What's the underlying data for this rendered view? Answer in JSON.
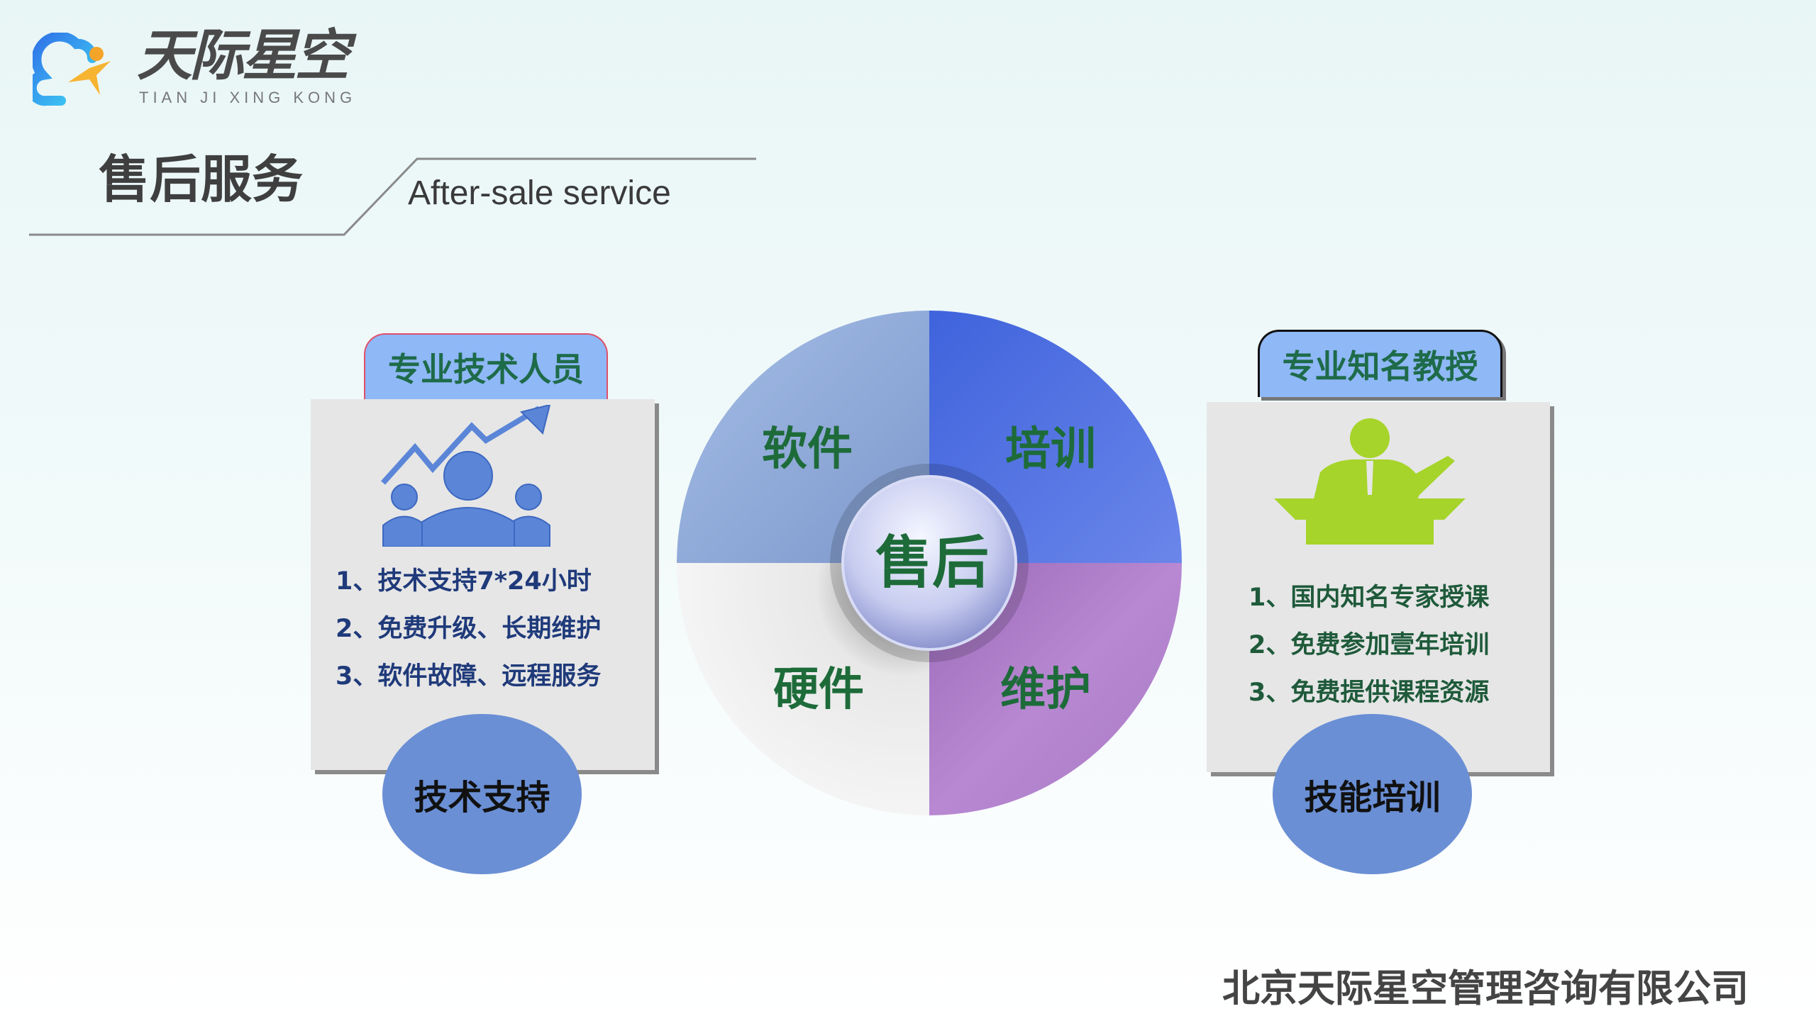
{
  "logo": {
    "name": "天际星空",
    "pinyin": "TIAN JI XING KONG"
  },
  "header": {
    "title": "售后服务",
    "subtitle": "After-sale service"
  },
  "left": {
    "tab": "专业技术人员",
    "items": [
      "1、技术支持7*24小时",
      "2、免费升级、长期维护",
      "3、软件故障、远程服务"
    ],
    "badge": "技术支持"
  },
  "center": {
    "core": "售后",
    "quadrants": {
      "tl": "软件",
      "tr": "培训",
      "bl": "硬件",
      "br": "维护"
    }
  },
  "right": {
    "tab": "专业知名教授",
    "items": [
      "1、国内知名专家授课",
      "2、免费参加壹年培训",
      "3、免费提供课程资源"
    ],
    "badge": "技能培训"
  },
  "footer": {
    "company": "北京天际星空管理咨询有限公司"
  },
  "colors": {
    "tab_blue": "#8fb8f7",
    "oval": "#6a8fd5",
    "q_tl": "#8fa9d9",
    "q_tr": "#4f6fe0",
    "q_br": "#b27fcc",
    "teacher": "#a6d42a"
  }
}
